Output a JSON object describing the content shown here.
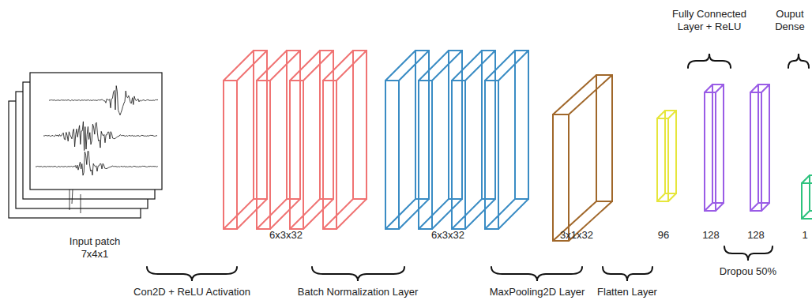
{
  "diagram": {
    "labels": [
      "Input patch 7x4x1",
      "6x3x32",
      "6x3x32",
      "3x1x32",
      "96",
      "128",
      "128",
      "1",
      "Fully Connected Layer + ReLU",
      "Ouput Dense",
      "Con2D + ReLU Activation",
      "Batch Normalization Layer",
      "MaxPooling2D Layer",
      "Flatten Layer",
      "Dropou 50%"
    ]
  }
}
